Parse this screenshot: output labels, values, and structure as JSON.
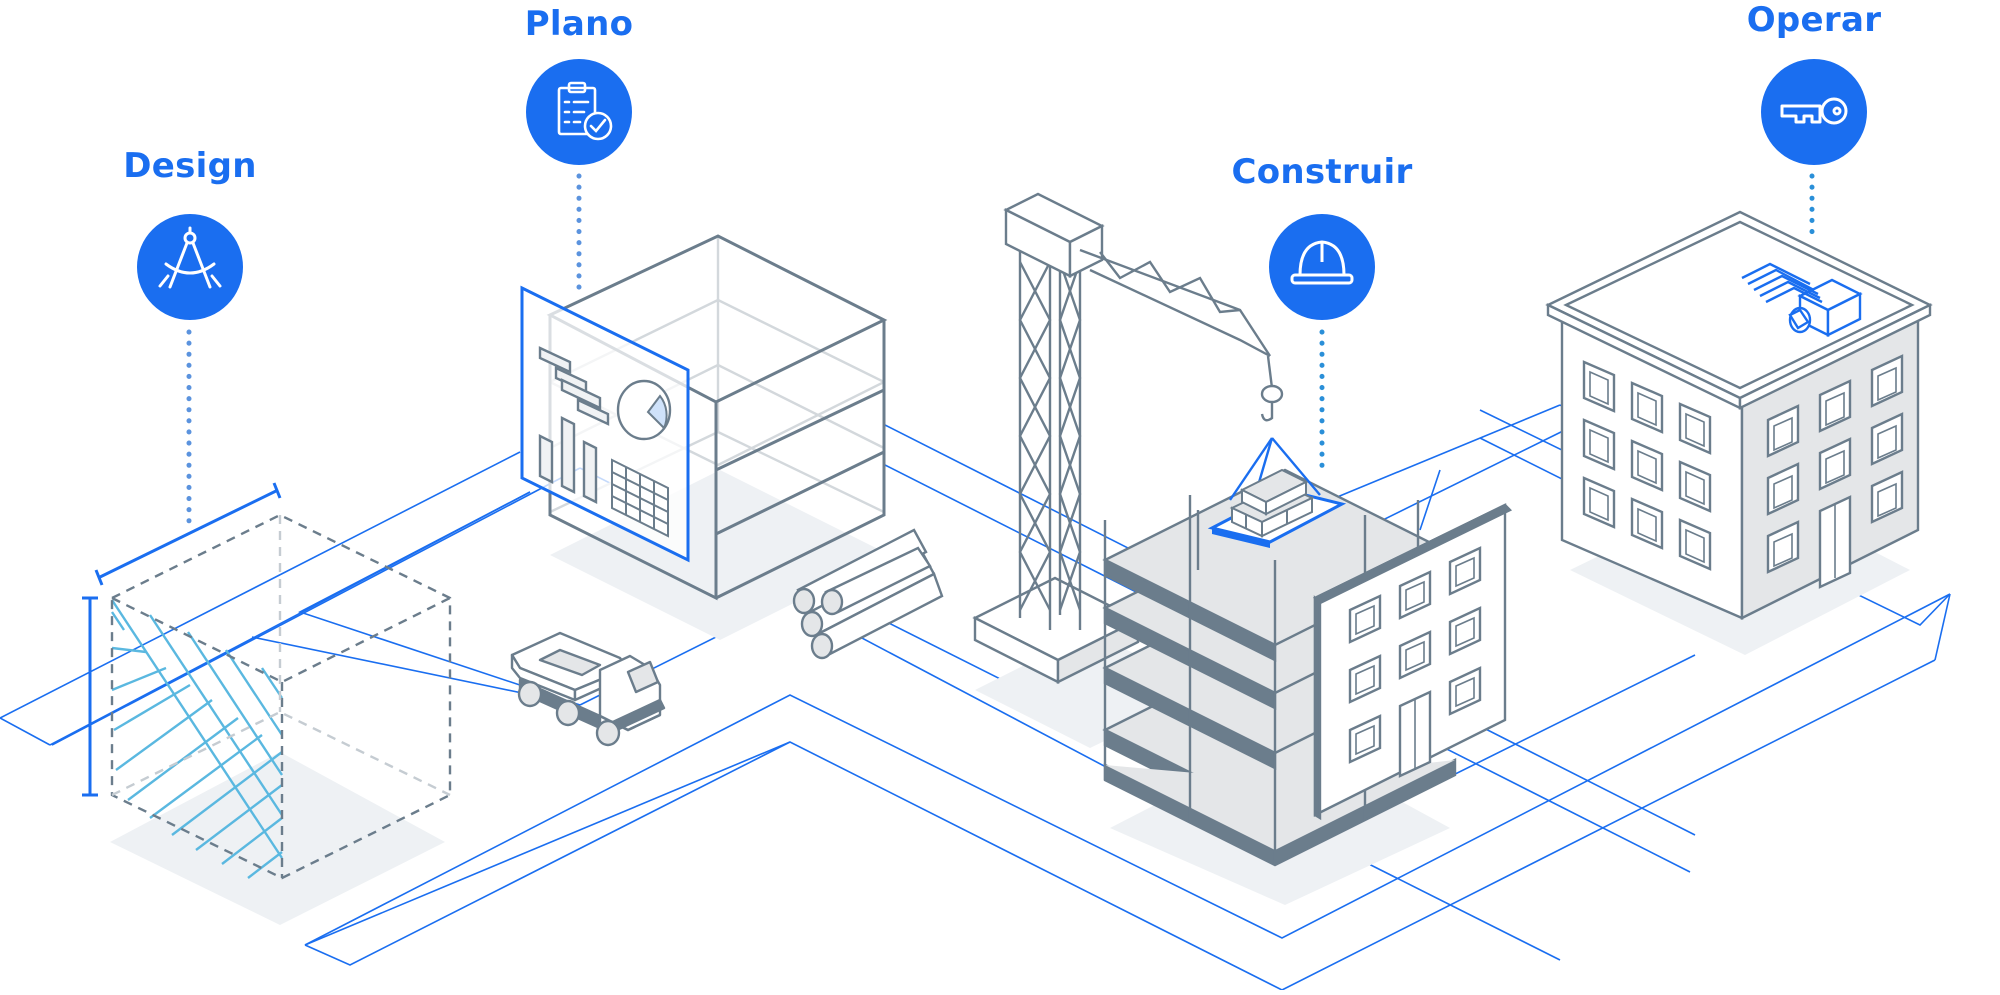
{
  "stages": [
    {
      "id": "design",
      "label": "Design",
      "icon": "compass-icon"
    },
    {
      "id": "plano",
      "label": "Plano",
      "icon": "clipboard-check-icon"
    },
    {
      "id": "construir",
      "label": "Construir",
      "icon": "hard-hat-icon"
    },
    {
      "id": "operar",
      "label": "Operar",
      "icon": "key-icon"
    }
  ],
  "colors": {
    "accent": "#1a6ef0",
    "line": "#6b7d8c",
    "dotted": "#5b93de",
    "dotted_cyan": "#2a8fd8",
    "hatch": "#5ab8e0",
    "shadow": "#eef1f4",
    "floor": "#e4e6e8"
  }
}
